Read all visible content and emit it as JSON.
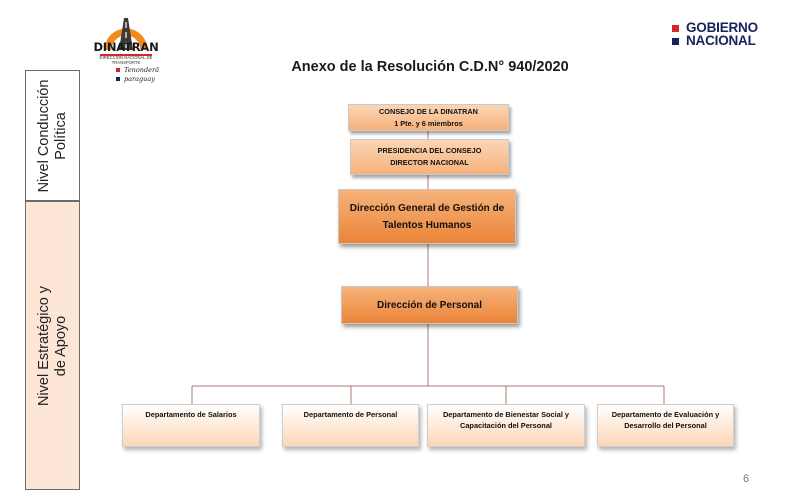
{
  "logo": {
    "name": "DINATRAN",
    "subtitle": "DIRECCION NACIONAL DE TRANSPORTE",
    "tagline_line1": "Tenonderã",
    "tagline_line2": "paraguay"
  },
  "gov_logo": {
    "line1": "GOBIERNO",
    "line2": "NACIONAL"
  },
  "title": "Anexo de la Resolución C.D.N° 940/2020",
  "levels": {
    "top": {
      "line1": "Nivel Conducción",
      "line2": "Política"
    },
    "bottom": {
      "line1": "Nivel Estratégico y",
      "line2": "de Apoyo"
    }
  },
  "org": {
    "consejo": {
      "line1": "CONSEJO DE LA DINATRAN",
      "line2": "1 Pte. y 6 miembros"
    },
    "presidencia": {
      "line1": "PRESIDENCIA DEL CONSEJO",
      "line2": "DIRECTOR NACIONAL"
    },
    "direccion_general": {
      "line1": "Dirección General de Gestión de",
      "line2": "Talentos Humanos"
    },
    "direccion_personal": {
      "line1": "Dirección de Personal"
    },
    "departamentos": [
      {
        "line1": "Departamento de Salarios",
        "line2": ""
      },
      {
        "line1": "Departamento de Personal",
        "line2": ""
      },
      {
        "line1": "Departamento de Bienestar Social y",
        "line2": "Capacitación del Personal"
      },
      {
        "line1": "Departamento de Evaluación y",
        "line2": "Desarrollo del Personal"
      }
    ]
  },
  "page_number": "6",
  "colors": {
    "orange_dark": "#ea8438",
    "orange_light": "#f6b27b",
    "peach": "#fde6d6",
    "connector": "#b07a7a",
    "gov_blue": "#16235a",
    "gov_red": "#d7262b"
  }
}
